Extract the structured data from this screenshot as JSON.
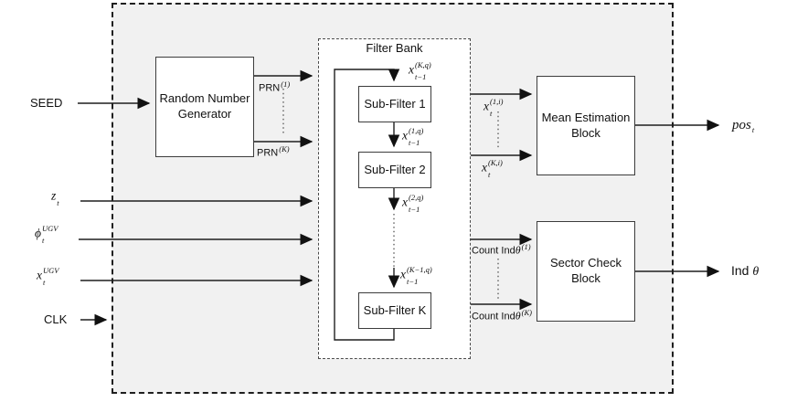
{
  "colors": {
    "panel_fill": "#f1f1f1",
    "filter_bank_fill": "#ffffff",
    "border_dark": "#1f1f1f",
    "box_border": "#3c3c3c",
    "line": "#1f1f1f"
  },
  "diagram": {
    "filter_bank": {
      "title": "Filter Bank"
    },
    "blocks": {
      "rng": {
        "line1": "Random Number",
        "line2": "Generator"
      },
      "sub_filter_1": {
        "label": "Sub-Filter 1"
      },
      "sub_filter_2": {
        "label": "Sub-Filter 2"
      },
      "sub_filter_k": {
        "label": "Sub-Filter K"
      },
      "mean_estimation": {
        "line1": "Mean Estimation",
        "line2": "Block"
      },
      "sector_check": {
        "line1": "Sector Check",
        "line2": "Block"
      }
    },
    "inputs": {
      "seed": {
        "label": "SEED"
      },
      "z": {
        "base": "z",
        "sub": "t"
      },
      "phi": {
        "base": "ϕ",
        "sub": "t",
        "sup": "UGV"
      },
      "x": {
        "base": "x",
        "sub": "t",
        "sup": "UGV"
      },
      "clk": {
        "label": "CLK"
      }
    },
    "signals": {
      "prn_1": {
        "base": "PRN",
        "sup": "(1)"
      },
      "prn_k": {
        "base": "PRN",
        "sup": "(K)"
      },
      "x_prev_kq": {
        "base": "x",
        "sub": "t−1",
        "sup": "(K,q)"
      },
      "x_prev_1q": {
        "base": "x",
        "sub": "t−1",
        "sup": "(1,q)"
      },
      "x_prev_2q": {
        "base": "x",
        "sub": "t−1",
        "sup": "(2,q)"
      },
      "x_prev_km1q": {
        "base": "x",
        "sub": "t−1",
        "sup": "(K−1,q)"
      },
      "x_t_1i": {
        "base": "x",
        "sub": "t",
        "sup": "(1,i)"
      },
      "x_t_ki": {
        "base": "x",
        "sub": "t",
        "sup": "(K,i)"
      },
      "count_ind_1": {
        "prefix": "Count Ind",
        "theta": "θ",
        "sup": "(1)"
      },
      "count_ind_k": {
        "prefix": "Count Ind",
        "theta": "θ",
        "sup": "(K)"
      }
    },
    "outputs": {
      "pos": {
        "base": "pos",
        "sub": "t"
      },
      "ind_theta": {
        "prefix": "Ind ",
        "theta": "θ"
      }
    }
  }
}
